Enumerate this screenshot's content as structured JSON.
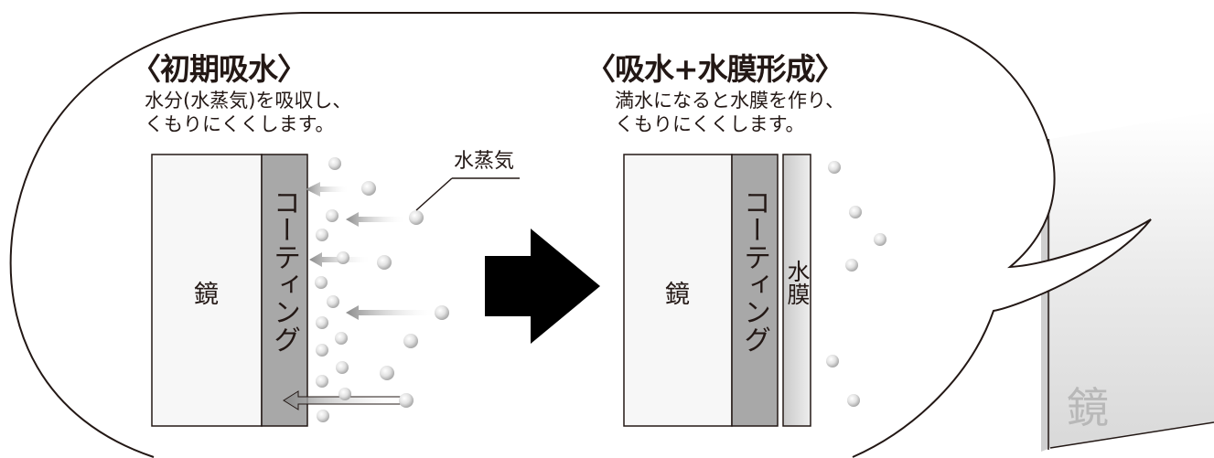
{
  "left_panel": {
    "heading": "〈初期吸水〉",
    "desc_line1": "水分(水蒸気)を吸収し、",
    "desc_line2": "くもりにくくします。",
    "mirror_label": "鏡",
    "coating_label": "コーティング",
    "vapor_callout": "水蒸気"
  },
  "right_panel": {
    "heading": "〈吸水+水膜形成〉",
    "desc_line1": "満水になると水膜を作り、",
    "desc_line2": "くもりにくくします。",
    "mirror_label": "鏡",
    "coating_label": "コーティング",
    "film_label": "水膜"
  },
  "mirror_edge_label": "鏡",
  "colors": {
    "outline": "#231815",
    "coating": "#a8a8a8",
    "film": "#d6d6d6",
    "mirror": "#f7f7f7",
    "arrow": "#000000"
  }
}
